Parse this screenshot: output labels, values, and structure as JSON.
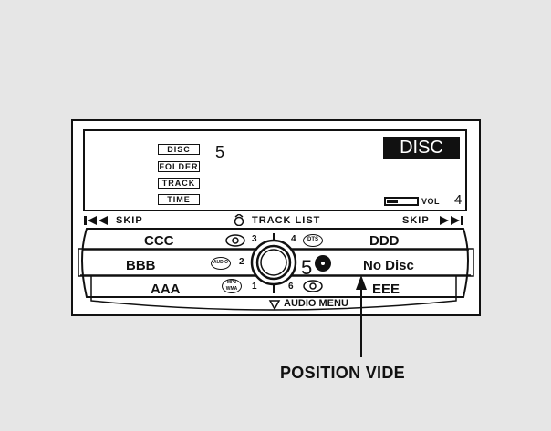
{
  "display": {
    "tags": [
      "DISC",
      "FOLDER",
      "TRACK",
      "TIME"
    ],
    "disc_number": "5",
    "mode": "DISC",
    "vol_label": "VOL",
    "vol_value": "4"
  },
  "top_row": {
    "skip_left": "SKIP",
    "track_list": "TRACK LIST",
    "skip_right": "SKIP"
  },
  "presets": {
    "row1_left": "CCC",
    "row1_right": "DDD",
    "row2_left": "BBB",
    "row2_right": "No Disc",
    "row3_left": "AAA",
    "row3_right": "EEE",
    "num_1": "1",
    "num_2": "2",
    "num_3": "3",
    "num_4": "4",
    "num_5": "5",
    "num_6": "6",
    "icon_audio": "AUDIO",
    "icon_dts": "DTS",
    "icon_mp3": "MP3 WMA"
  },
  "menu": {
    "audio_menu": "AUDIO MENU"
  },
  "callout": {
    "label": "POSITION VIDE"
  }
}
